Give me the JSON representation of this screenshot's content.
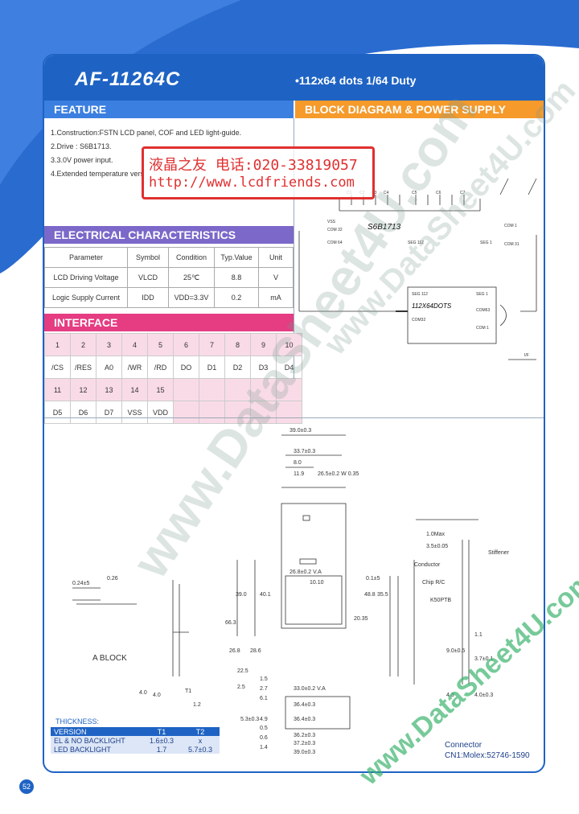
{
  "header": {
    "model": "AF-11264C",
    "duty": "•112x64 dots 1/64 Duty"
  },
  "sections": {
    "feature": "FEATURE",
    "block": "BLOCK DIAGRAM & POWER SUPPLY",
    "electrical": "ELECTRICAL CHARACTERISTICS",
    "interface": "INTERFACE"
  },
  "feature_items": [
    "1.Construction:FSTN LCD panel, COF and LED light-guide.",
    "2.Drive : S6B1713.",
    "3.3.0V power input.",
    "4.Extended temperature vers"
  ],
  "stamp": {
    "line1": "液晶之友 电话:020-33819057",
    "line2": "http://www.lcdfriends.com"
  },
  "electrical": {
    "headers": [
      "Parameter",
      "Symbol",
      "Condition",
      "Typ.Value",
      "Unit"
    ],
    "rows": [
      [
        "LCD Driving Voltage",
        "VLCD",
        "25℃",
        "8.8",
        "V"
      ],
      [
        "Logic Supply Current",
        "IDD",
        "VDD=3.3V",
        "0.2",
        "mA"
      ]
    ]
  },
  "interface": {
    "row1": [
      "1",
      "2",
      "3",
      "4",
      "5",
      "6",
      "7",
      "8",
      "9",
      "10"
    ],
    "row2": [
      "/CS",
      "/RES",
      "A0",
      "/WR",
      "/RD",
      "DO",
      "D1",
      "D2",
      "D3",
      "D4"
    ],
    "row3": [
      "11",
      "12",
      "13",
      "14",
      "15",
      "",
      "",
      "",
      "",
      ""
    ],
    "row4": [
      "D5",
      "D6",
      "D7",
      "VSS",
      "VDD",
      "",
      "",
      "",
      "",
      ""
    ]
  },
  "block_diagram": {
    "chip": "S6B1713",
    "panel": "112X64DOTS",
    "labels": [
      "VSS",
      "COM 32",
      "COM 64",
      "SEG 112",
      "SEG 1",
      "COM 1",
      "COM 31",
      "SEG 112",
      "SEG 1",
      "COM32",
      "COM63",
      "COM 1",
      "I/F"
    ],
    "caps": [
      "C1",
      "C2",
      "C3",
      "C4",
      "C5",
      "C6",
      "C7"
    ]
  },
  "drawing": {
    "top_dims": [
      "39.0±0.3",
      "33.7±0.3",
      "8.0",
      "11.9",
      "26.5±0.2 W 0.35"
    ],
    "left_dims": [
      "0.24±5",
      "0.26",
      "66.3",
      "39.0",
      "40.1",
      "26.8",
      "28.6",
      "22.5",
      "2.5",
      "4.0",
      "5.3±0.3",
      "4.9"
    ],
    "mid_dims": [
      "1.5",
      "2.7",
      "6.1",
      "33.0±0.2 V.A",
      "36.4±0.3",
      "36.4±0.3",
      "26.8±0.2 V.A",
      "1.4",
      "0.6",
      "0.5",
      "36.2±0.3",
      "37.2±0.3",
      "39.0±0.3",
      "10.10"
    ],
    "right_dims": [
      "48.8",
      "35.5",
      "20.35",
      "0.1±5"
    ],
    "side_labels": [
      "1.0Max",
      "3.5±0.05",
      "Stiffener",
      "Conductor",
      "Chip R/C",
      "K50PTB",
      "9.0±0.5",
      "1.1",
      "3.7±0.1",
      "4.3",
      "4.0±0.3"
    ],
    "a_block": "A BLOCK",
    "dims_small": [
      "4.0",
      "T1",
      "1.2"
    ]
  },
  "thickness": {
    "title": "THICKNESS:",
    "headers": [
      "VERSION",
      "T1",
      "T2"
    ],
    "rows": [
      [
        "EL & NO BACKLIGHT",
        "1.6±0.3",
        "x"
      ],
      [
        "LED BACKLIGHT",
        "1.7",
        "5.7±0.3"
      ]
    ]
  },
  "connector": {
    "label": "Connector",
    "part": "CN1:Molex:52746-1590"
  },
  "page_number": "52",
  "watermarks": [
    "www.DataSheet4U.com",
    "www.DataSheet4U.com",
    "www.DataSheet4U.com"
  ]
}
